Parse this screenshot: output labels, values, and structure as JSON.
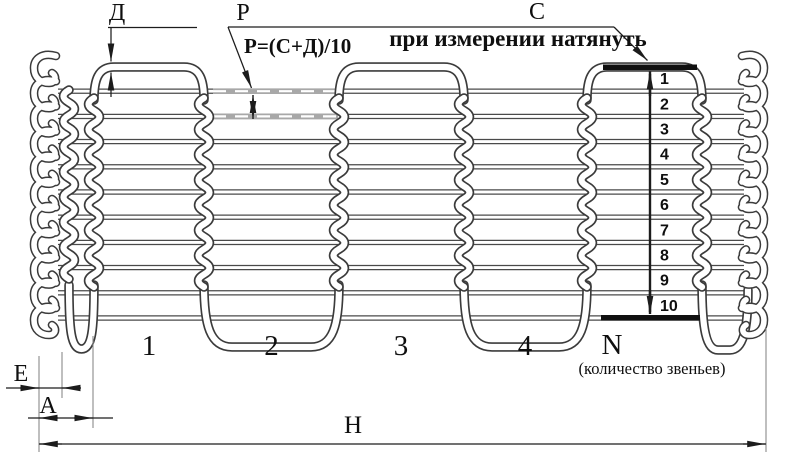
{
  "labels": {
    "d": "Д",
    "p": "Р",
    "c": "С",
    "formula": "Р=(С+Д)/10",
    "note": "при измерении натянуть",
    "e": "Е",
    "a": "А",
    "h": "Н",
    "links_caption": "(количество звеньев)"
  },
  "row_numbers": [
    "1",
    "2",
    "3",
    "4",
    "5",
    "6",
    "7",
    "8",
    "9",
    "10"
  ],
  "link_labels": [
    "1",
    "2",
    "3",
    "4",
    "N"
  ],
  "colors": {
    "background": "#ffffff",
    "ink": "#1c1c1c",
    "wire": "#4a4a4a",
    "highlight_wire": "#a8a8a8"
  }
}
